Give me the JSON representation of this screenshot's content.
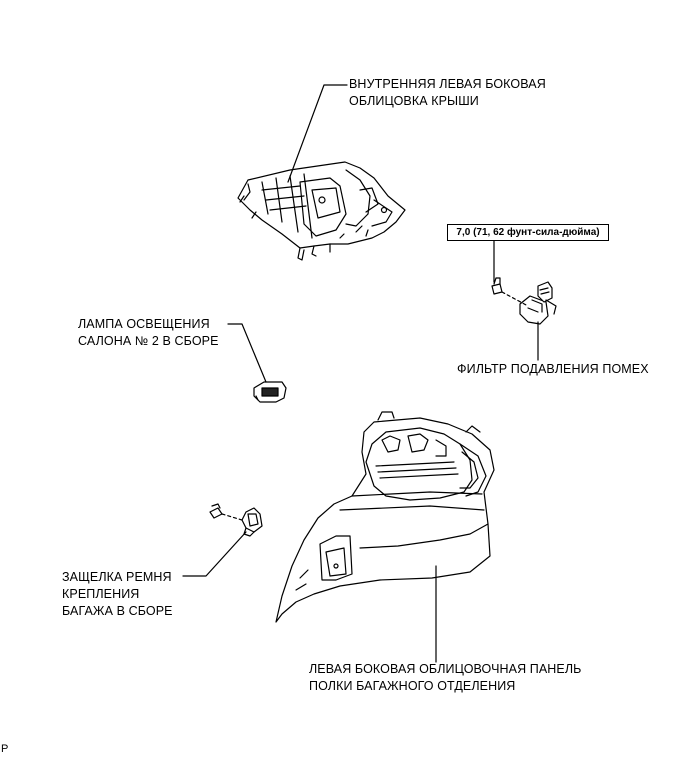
{
  "parts": {
    "roof_side_trim": "ВНУТРЕННЯЯ ЛЕВАЯ БОКОВАЯ\nОБЛИЦОВКА КРЫШИ",
    "torque_spec": "7,0 (71, 62 фунт-сила-дюйма)",
    "noise_filter": "ФИЛЬТР ПОДАВЛЕНИЯ ПОМЕХ",
    "interior_lamp": "ЛАМПА ОСВЕЩЕНИЯ\nСАЛОНА № 2 В СБОРЕ",
    "cargo_strap_latch": "ЗАЩЕЛКА РЕМНЯ\nКРЕПЛЕНИЯ\nБАГАЖА В СБОРЕ",
    "deck_trim_panel": "ЛЕВАЯ БОКОВАЯ ОБЛИЦОВОЧНАЯ ПАНЕЛЬ\nПОЛКИ БАГАЖНОГО ОТДЕЛЕНИЯ"
  },
  "corner_mark": "P"
}
